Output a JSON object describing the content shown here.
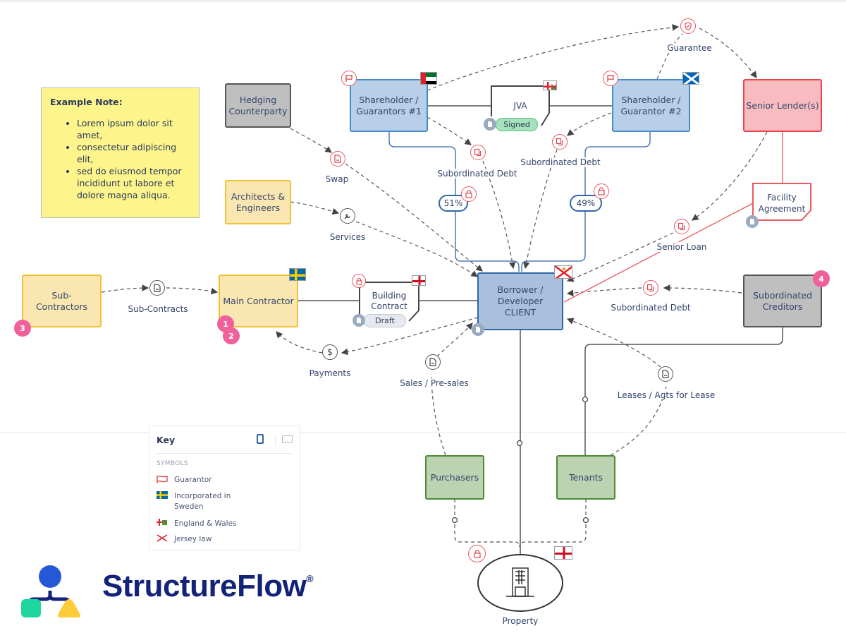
{
  "note": {
    "title": "Example Note:",
    "items": [
      "Lorem ipsum dolor sit amet,",
      "consectetur adipiscing elit,",
      "sed do eiusmod tempor incididunt ut labore et dolore magna aliqua."
    ]
  },
  "nodes": {
    "hedging": "Hedging Counterparty",
    "architects": "Architects & Engineers",
    "shareholder1": "Shareholder / Guarantors #1",
    "shareholder2": "Shareholder / Guarantor #2",
    "senior_lenders": "Senior Lender(s)",
    "facility": "Facility Agreement",
    "jva": "JVA",
    "subcontractors": "Sub-Contractors",
    "main_contractor": "Main Contractor",
    "building_contract": "Building Contract",
    "borrower": "Borrower / Developer CLIENT",
    "subordinated_creditors": "Subordinated Creditors",
    "purchasers": "Purchasers",
    "tenants": "Tenants",
    "property": "Property"
  },
  "statuses": {
    "jva": "Signed",
    "building_contract": "Draft"
  },
  "ownership": {
    "shareholder1_pct": "51%",
    "shareholder2_pct": "49%"
  },
  "edge_labels": {
    "guarantee": "Guarantee",
    "swap": "Swap",
    "services": "Services",
    "subdebt1": "Subordinated Debt",
    "subdebt2": "Subordinated Debt",
    "senior_loan": "Senior Loan",
    "subdebt3": "Subordinated Debt",
    "subcontracts": "Sub-Contracts",
    "payments": "Payments",
    "sales": "Sales / Pre-sales",
    "leases": "Leases / Agts for Lease"
  },
  "badges": {
    "sub": "3",
    "main1": "1",
    "main2": "2",
    "subcred": "4"
  },
  "key": {
    "title": "Key",
    "section": "SYMBOLS",
    "items": [
      {
        "icon": "guarantor-flag",
        "label": "Guarantor"
      },
      {
        "icon": "sweden-flag",
        "label": "Incorporated in Sweden"
      },
      {
        "icon": "england-wales-flag",
        "label": "England & Wales"
      },
      {
        "icon": "jersey-flag",
        "label": "Jersey law"
      }
    ]
  },
  "brand": {
    "name": "StructureFlow",
    "mark": "®"
  },
  "colors": {
    "accent_red": "#e85a60",
    "brand_navy": "#14237a",
    "node_blue": "#b8cfe8"
  }
}
